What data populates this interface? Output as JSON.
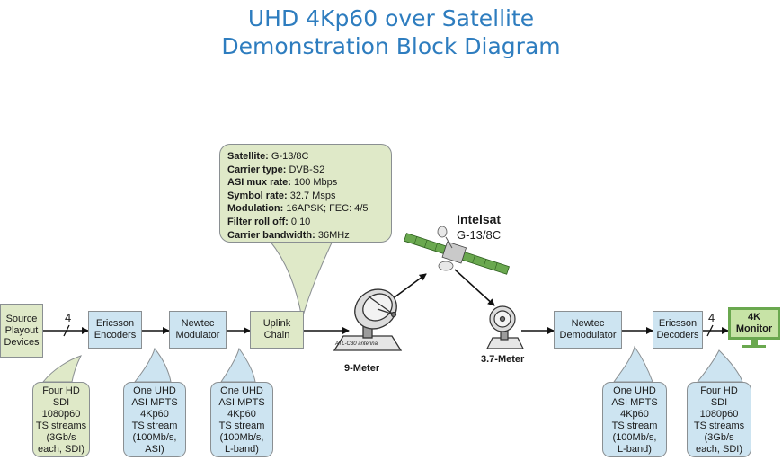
{
  "title": {
    "line1": "UHD 4Kp60 over Satellite",
    "line2": "Demonstration Block Diagram"
  },
  "callout": {
    "lines": [
      {
        "key": "Satellite:",
        "value": "G-13/8C"
      },
      {
        "key": "Carrier type:",
        "value": "DVB-S2"
      },
      {
        "key": "ASI mux rate:",
        "value": "100 Mbps"
      },
      {
        "key": "Symbol rate:",
        "value": "32.7 Msps"
      },
      {
        "key": "Modulation:",
        "value": "16APSK; FEC: 4/5"
      },
      {
        "key": "Filter roll off:",
        "value": "0.10"
      },
      {
        "key": "Carrier bandwidth:",
        "value": "36MHz"
      }
    ]
  },
  "satellite": {
    "name": "Intelsat",
    "designation": "G-13/8C"
  },
  "blocks": {
    "source": "Source Playout Devices",
    "encoders": "Ericsson Encoders",
    "modulator": "Newtec Modulator",
    "uplink": "Uplink Chain",
    "demodulator": "Newtec Demodulator",
    "decoders": "Ericsson Decoders",
    "monitor": "4K Monitor"
  },
  "antennas": {
    "uplink_label": "9-Meter",
    "uplink_model": "ATL-C30 antenna",
    "downlink_label": "3.7-Meter"
  },
  "link_counts": {
    "left": "4",
    "right": "4"
  },
  "bubbles": {
    "source_out": "Four HD\nSDI\n1080p60\nTS streams\n(3Gb/s\neach, SDI)",
    "encoder_out": "One UHD\nASI MPTS\n4Kp60\nTS stream\n(100Mb/s,\nASI)",
    "modulator_out": "One UHD\nASI MPTS\n4Kp60\nTS stream\n(100Mb/s,\nL-band)",
    "demod_out": "One UHD\nASI MPTS\n4Kp60\nTS stream\n(100Mb/s,\nL-band)",
    "decoder_out": "Four HD\nSDI\n1080p60\nTS streams\n(3Gb/s\neach, SDI)"
  },
  "colors": {
    "title": "#2e7dbf",
    "green_fill": "#dfe9c8",
    "blue_fill": "#cde4f1",
    "monitor_fill": "#c7e3a6",
    "border": "#8a8f92"
  }
}
